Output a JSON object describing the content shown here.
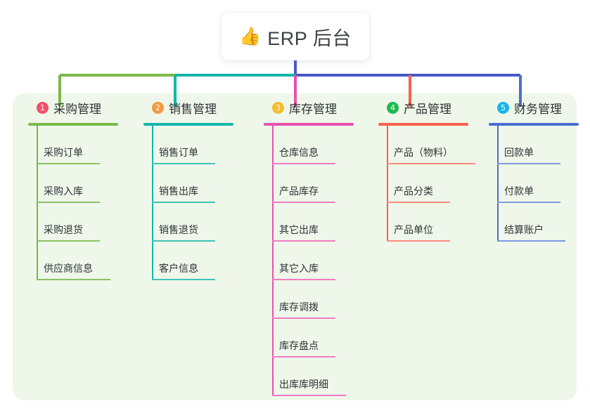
{
  "root": {
    "icon": "thumbs-up-icon",
    "icon_glyph": "👍",
    "title": "ERP 后台"
  },
  "colors": {
    "panel_background": "#eef7e9",
    "page_background": "#ffffff",
    "root_stem": "#4a57c8",
    "bus_left": "#7ab94a",
    "bus_mid": "#14b5ab",
    "bus_right": "#4a57c8"
  },
  "columns": [
    {
      "index": "1",
      "title": "采购管理",
      "badge_color": "#f2506b",
      "rule_color": "#7ab94a",
      "drop_color": "#7ab94a",
      "items": [
        {
          "label": "采购订单"
        },
        {
          "label": "采购入库"
        },
        {
          "label": "采购退货"
        },
        {
          "label": "供应商信息"
        }
      ]
    },
    {
      "index": "2",
      "title": "销售管理",
      "badge_color": "#f5993d",
      "rule_color": "#14b5ab",
      "drop_color": "#14b5ab",
      "items": [
        {
          "label": "销售订单"
        },
        {
          "label": "销售出库"
        },
        {
          "label": "销售退货"
        },
        {
          "label": "客户信息"
        }
      ]
    },
    {
      "index": "3",
      "title": "库存管理",
      "badge_color": "#f5bc2e",
      "rule_color": "#e851b0",
      "drop_color": "#e851b0",
      "items": [
        {
          "label": "仓库信息"
        },
        {
          "label": "产品库存"
        },
        {
          "label": "其它出库"
        },
        {
          "label": "其它入库"
        },
        {
          "label": "库存调拨"
        },
        {
          "label": "库存盘点"
        },
        {
          "label": "出库库明细"
        }
      ]
    },
    {
      "index": "4",
      "title": "产品管理",
      "badge_color": "#1fb954",
      "rule_color": "#f9604e",
      "drop_color": "#f9604e",
      "items": [
        {
          "label": "产品（物料）"
        },
        {
          "label": "产品分类"
        },
        {
          "label": "产品单位"
        }
      ]
    },
    {
      "index": "5",
      "title": "财务管理",
      "badge_color": "#19b5e8",
      "rule_color": "#4a6fd0",
      "drop_color": "#4a6fd0",
      "items": [
        {
          "label": "回款单"
        },
        {
          "label": "付款单"
        },
        {
          "label": "结算账户"
        }
      ]
    }
  ]
}
